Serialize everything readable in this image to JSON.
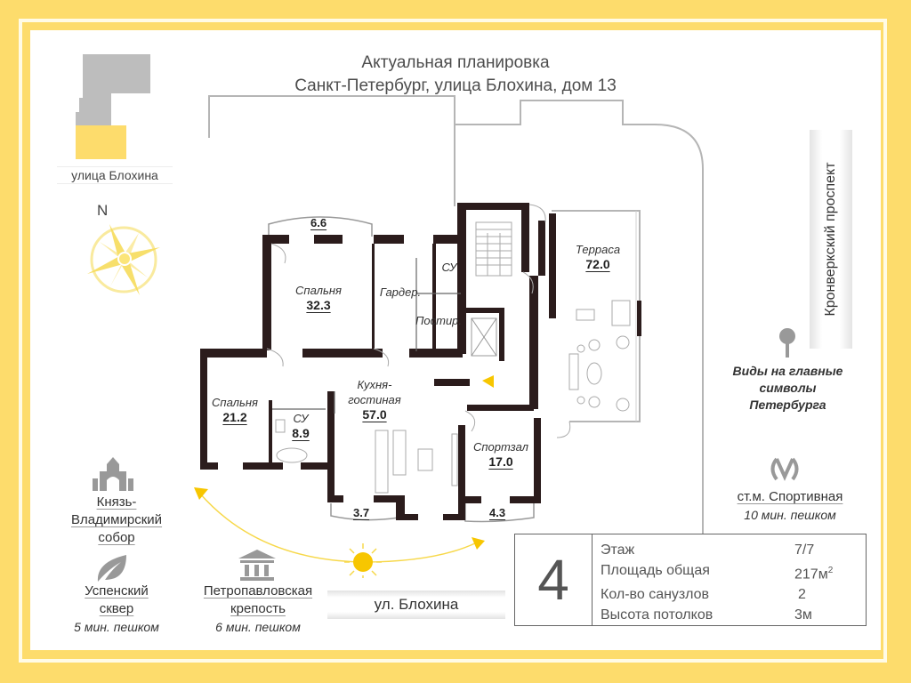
{
  "header": {
    "title_line1": "Актуальная планировка",
    "title_line2": "Санкт-Петербург, улица Блохина, дом 13"
  },
  "location_map": {
    "street_label": "улица Блохина",
    "highlight_color": "#fddc6c",
    "building_color": "#bdbdbd"
  },
  "compass": {
    "north_label": "N"
  },
  "rooms": [
    {
      "name": "Спальня",
      "area": "32.3"
    },
    {
      "name": "Гардер.",
      "area": ""
    },
    {
      "name": "СУ",
      "area": ""
    },
    {
      "name": "Постир.",
      "area": ""
    },
    {
      "name": "Спальня",
      "area": "21.2"
    },
    {
      "name": "СУ",
      "area": "8.9"
    },
    {
      "name": "Кухня-гостиная",
      "area": "57.0"
    },
    {
      "name": "Спортзал",
      "area": "17.0"
    },
    {
      "name": "Терраса",
      "area": "72.0"
    }
  ],
  "balconies": [
    "6.6",
    "3.7",
    "4.3"
  ],
  "street_east": "Кронверкский проспект",
  "street_south": "ул. Блохина",
  "views_note": "Виды на главные символы Петербурга",
  "poi": [
    {
      "icon": "church-icon",
      "title_lines": [
        "Князь-",
        "Владимирский",
        "собор"
      ],
      "time": ""
    },
    {
      "icon": "leaf-icon",
      "title_lines": [
        "Успенский",
        "сквер"
      ],
      "time": "5 мин. пешком"
    },
    {
      "icon": "museum-icon",
      "title_lines": [
        "Петропавловская",
        "крепость"
      ],
      "time": "6 мин. пешком"
    },
    {
      "icon": "metro-icon",
      "title_lines": [
        "ст.м. Спортивная"
      ],
      "time": "10 мин. пешком"
    }
  ],
  "apartment_info": {
    "rooms_count": "4",
    "rows": [
      {
        "label": "Этаж",
        "value": "7/7"
      },
      {
        "label": "Площадь общая",
        "value": "217м",
        "sup": "2"
      },
      {
        "label": "Кол-во санузлов",
        "value": "2"
      },
      {
        "label": "Высота потолков",
        "value": "3м"
      }
    ]
  },
  "colors": {
    "frame_yellow": "#fddc6c",
    "sun_yellow": "#f7c600",
    "wall": "#2b1c1c",
    "text": "#4d4d4d"
  }
}
